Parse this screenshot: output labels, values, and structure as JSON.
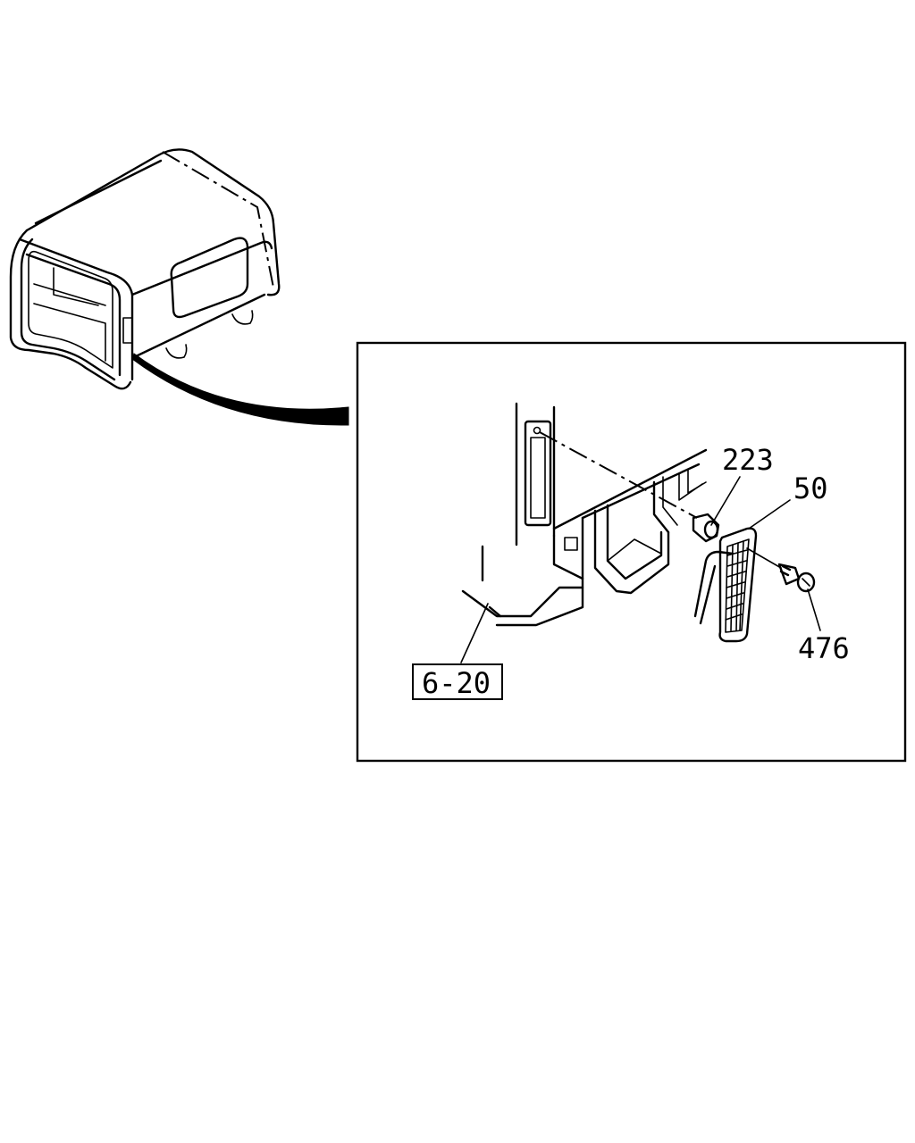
{
  "callouts": {
    "p223": "223",
    "p50": "50",
    "p476": "476",
    "ref": "6-20"
  }
}
